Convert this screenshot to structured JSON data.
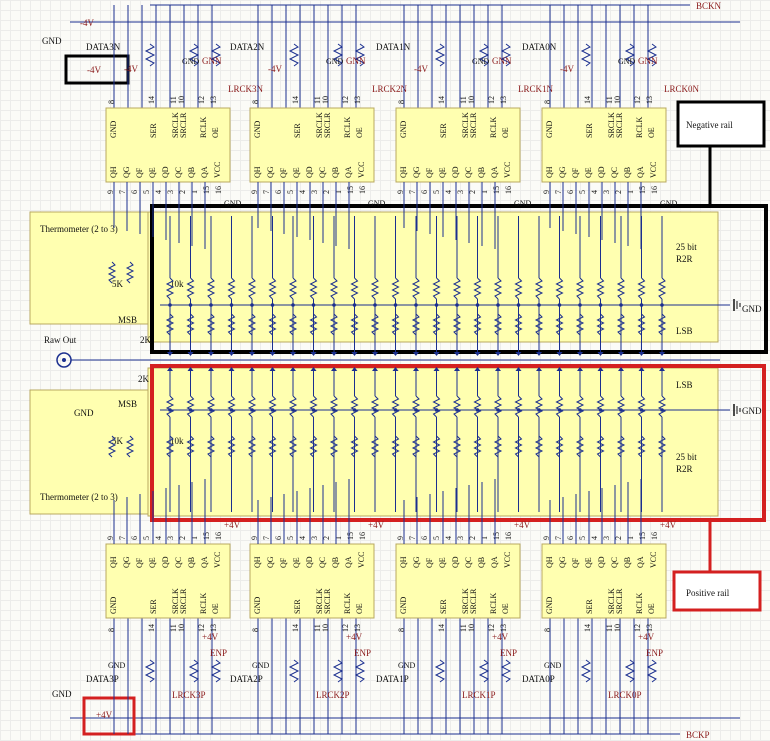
{
  "rails": {
    "top_bus": "BCKN",
    "bottom_bus": "BCKP",
    "top_power": "-4V",
    "bottom_power": "+4V",
    "gnd": "GND",
    "gnn": "GNN",
    "enp": "ENP"
  },
  "callouts": {
    "top_left_supply": "-4V",
    "bottom_left_supply": "+4V",
    "negative_rail": "Negative rail",
    "positive_rail": "Positive rail"
  },
  "top_chips": [
    {
      "data": "DATA3N",
      "lrck": "LRCK3N"
    },
    {
      "data": "DATA2N",
      "lrck": "LRCK2N"
    },
    {
      "data": "DATA1N",
      "lrck": "LRCK1N"
    },
    {
      "data": "DATA0N",
      "lrck": "LRCK0N"
    }
  ],
  "bottom_chips": [
    {
      "data": "DATA3P",
      "lrck": "LRCK3P"
    },
    {
      "data": "DATA2P",
      "lrck": "LRCK2P"
    },
    {
      "data": "DATA1P",
      "lrck": "LRCK1P"
    },
    {
      "data": "DATA0P",
      "lrck": "LRCK0P"
    }
  ],
  "chip_pins": {
    "ser_side": [
      "GND",
      "SER",
      "SRCLK",
      "SRCLR",
      "RCLK",
      "OE"
    ],
    "out_side": [
      "QH",
      "QG",
      "QF",
      "QE",
      "QD",
      "QC",
      "QB",
      "QA",
      "VCC"
    ],
    "pin_numbers_top": [
      "8",
      "14",
      "11",
      "10",
      "12",
      "13"
    ],
    "pin_numbers_out": [
      "9",
      "7",
      "6",
      "5",
      "4",
      "3",
      "2",
      "1",
      "15",
      "16"
    ]
  },
  "thermometer": {
    "top_label": "Thermometer (2 to 3)",
    "bottom_label": "Thermometer (2 to 3)",
    "resistor_5k": "5K",
    "resistor_2k": "2K",
    "msb": "MSB"
  },
  "r2r": {
    "label_bits": "25 bit",
    "label_r2r": "R2R",
    "lsb": "LSB",
    "resistor_10k": "10k"
  },
  "raw_out": "Raw Out",
  "colors": {
    "chip_fill": "#ffffb0",
    "wire": "#1b2f8f",
    "negative_box": "#000000",
    "positive_box": "#d42020",
    "net_label": "#8b1a1a"
  }
}
